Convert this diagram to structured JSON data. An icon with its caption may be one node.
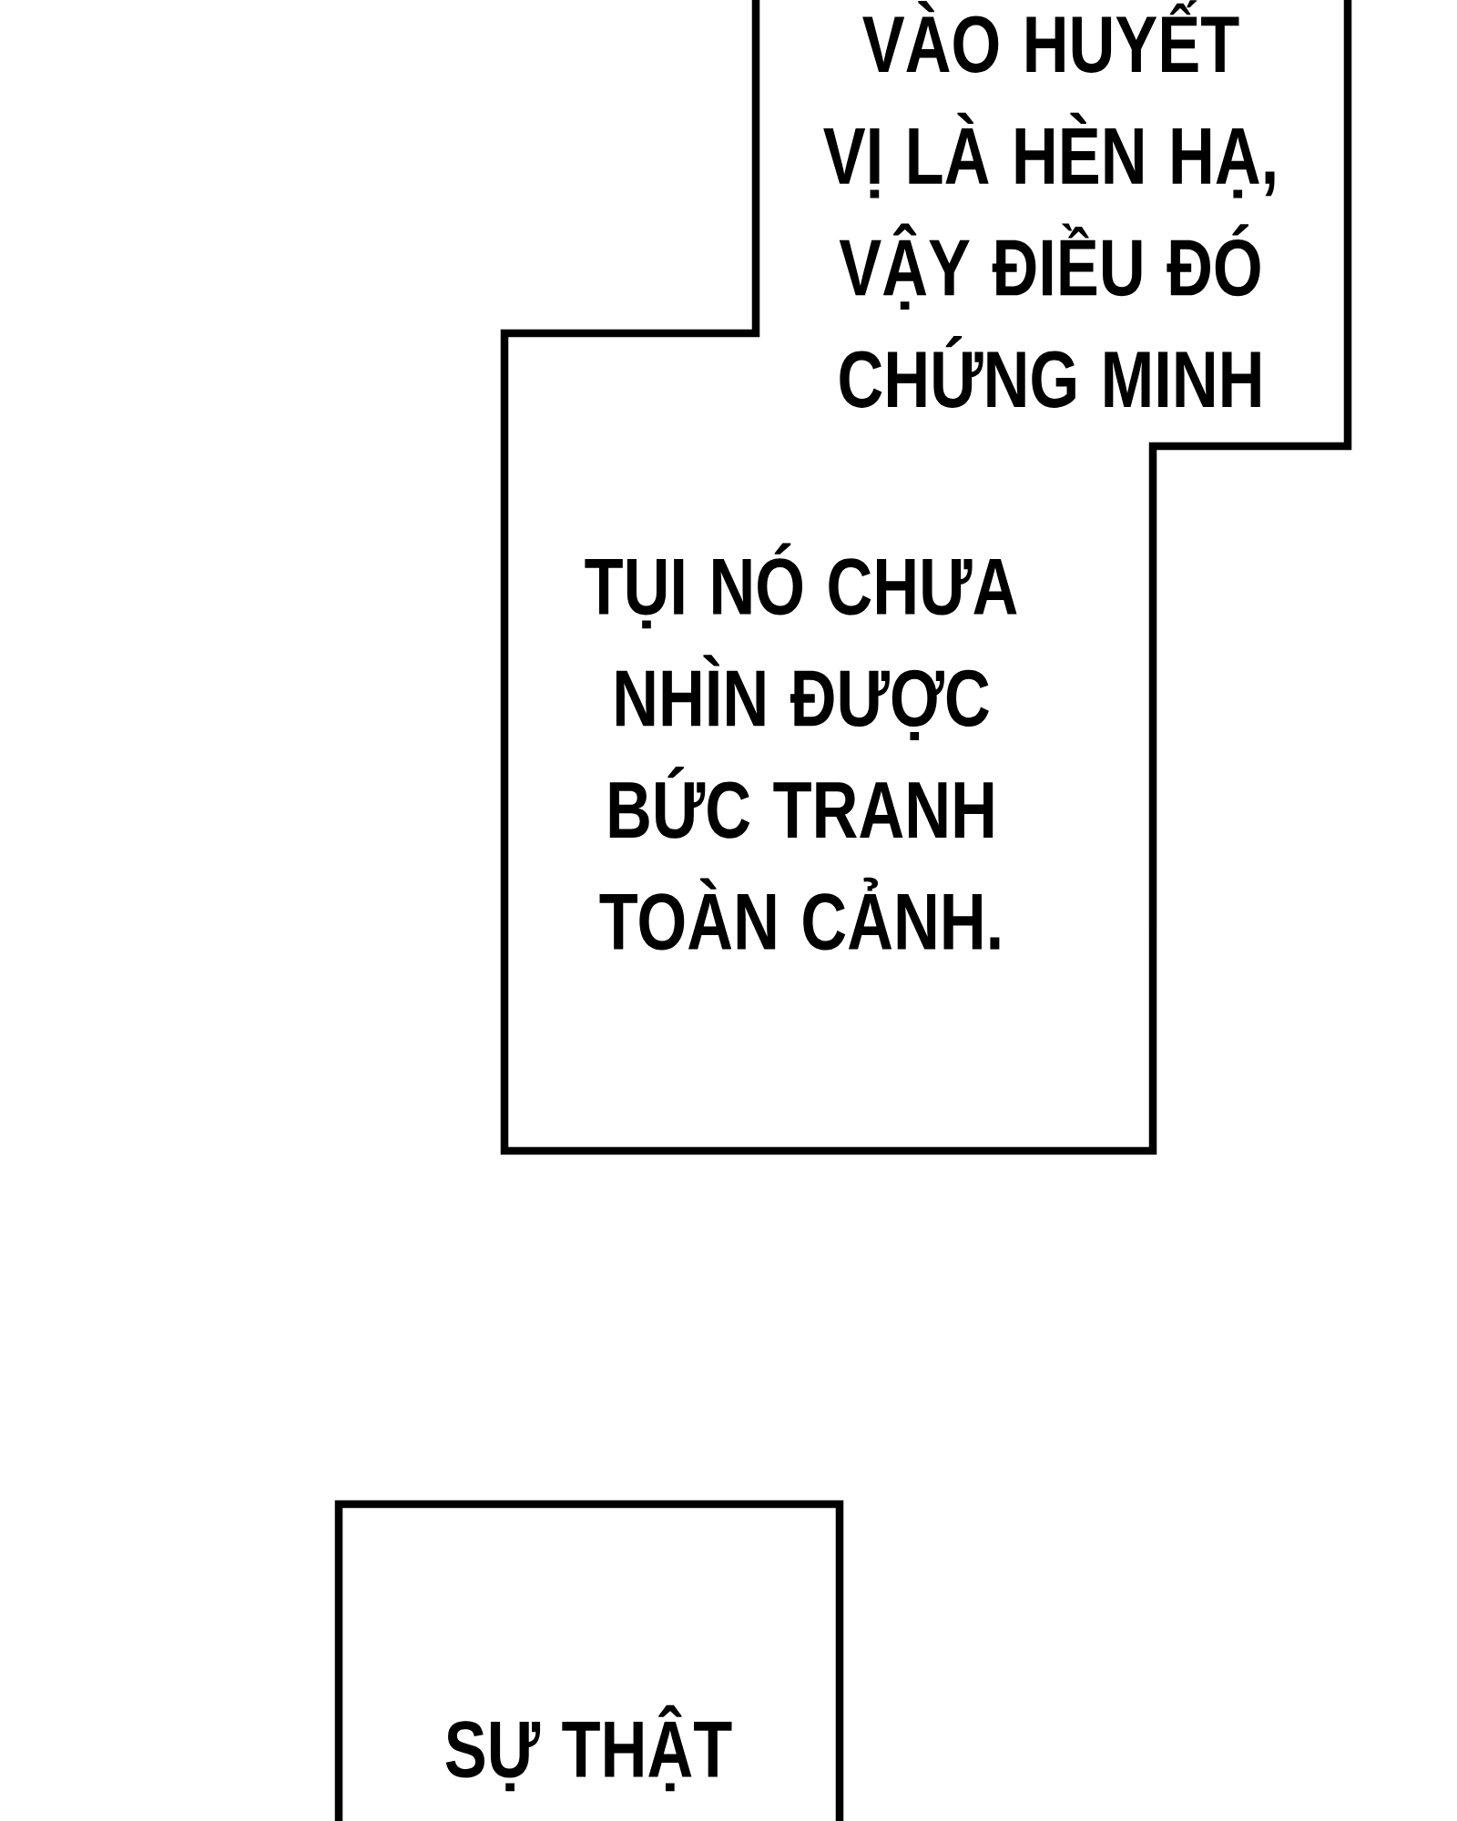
{
  "diagram": {
    "nodes": [
      {
        "text": [
          "VÀO HUYẾT VỊ LÀ HÈN HẠ, VẬY ĐIỀU ĐÓ CHỨNG MINH",
          "TỤI NÓ CHƯA NHÌN ĐƯỢC BỨC TRANH TOÀN CẢNH."
        ]
      },
      {
        "text": [
          "SỰ THẬT"
        ]
      }
    ]
  }
}
